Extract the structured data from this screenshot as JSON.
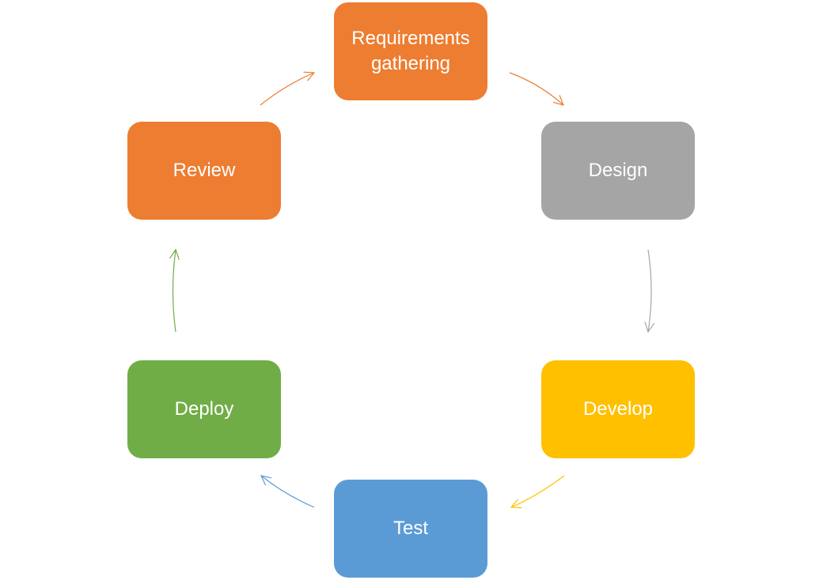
{
  "diagram": {
    "type": "cycle",
    "steps": [
      {
        "id": "requirements",
        "label": "Requirements gathering",
        "color": "#ED7D31"
      },
      {
        "id": "design",
        "label": "Design",
        "color": "#A5A5A5"
      },
      {
        "id": "develop",
        "label": "Develop",
        "color": "#FFC000"
      },
      {
        "id": "test",
        "label": "Test",
        "color": "#5B9BD5"
      },
      {
        "id": "deploy",
        "label": "Deploy",
        "color": "#70AD47"
      },
      {
        "id": "review",
        "label": "Review",
        "color": "#ED7D31"
      }
    ],
    "connections": [
      {
        "from": "requirements",
        "to": "design",
        "color": "#ED7D31"
      },
      {
        "from": "design",
        "to": "develop",
        "color": "#A5A5A5"
      },
      {
        "from": "develop",
        "to": "test",
        "color": "#FFC000"
      },
      {
        "from": "test",
        "to": "deploy",
        "color": "#5B9BD5"
      },
      {
        "from": "deploy",
        "to": "review",
        "color": "#70AD47"
      },
      {
        "from": "review",
        "to": "requirements",
        "color": "#ED7D31"
      }
    ]
  }
}
